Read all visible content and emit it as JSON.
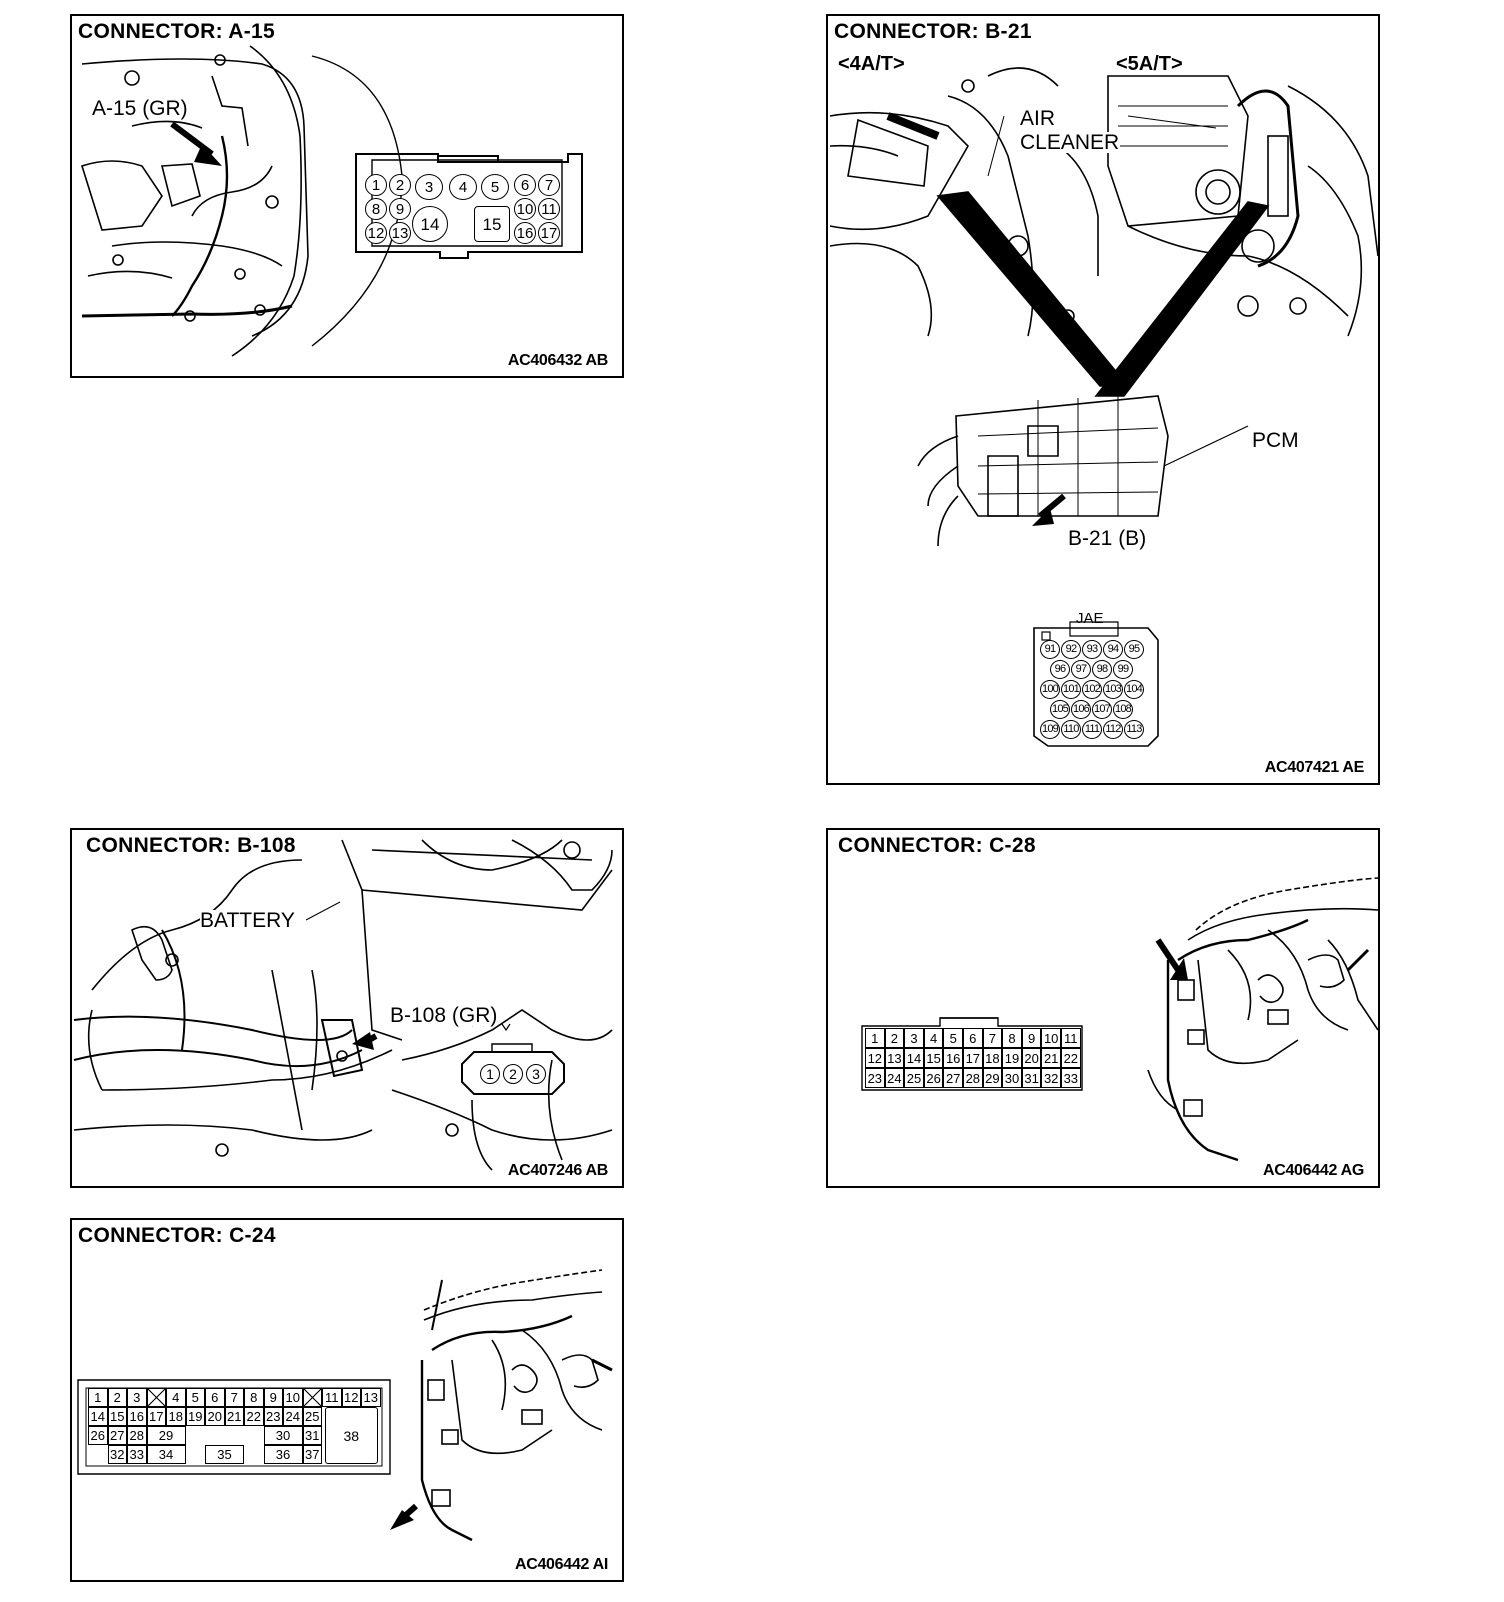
{
  "panels": {
    "a15": {
      "title": "CONNECTOR: A-15",
      "code": "AC406432 AB",
      "callout": "A-15 (GR)",
      "pins": [
        "1",
        "2",
        "3",
        "4",
        "5",
        "6",
        "7",
        "8",
        "9",
        "14",
        "15",
        "10",
        "11",
        "12",
        "13",
        "16",
        "17"
      ]
    },
    "b21": {
      "title": "CONNECTOR: B-21",
      "code": "AC407421 AE",
      "variant_left": "<4A/T>",
      "variant_right": "<5A/T>",
      "label_air": "AIR",
      "label_cleaner": "CLEANER",
      "label_pcm": "PCM",
      "callout": "B-21 (B)",
      "connector_tag": "JAE",
      "pins": [
        "91",
        "92",
        "93",
        "94",
        "95",
        "96",
        "97",
        "98",
        "99",
        "100",
        "101",
        "102",
        "103",
        "104",
        "105",
        "106",
        "107",
        "108",
        "109",
        "110",
        "111",
        "112",
        "113"
      ]
    },
    "b108": {
      "title": "CONNECTOR: B-108",
      "code": "AC407246 AB",
      "label_battery": "BATTERY",
      "callout": "B-108 (GR)",
      "pins": [
        "1",
        "2",
        "3"
      ]
    },
    "c28": {
      "title": "CONNECTOR: C-28",
      "code": "AC406442 AG",
      "pins": [
        "1",
        "2",
        "3",
        "4",
        "5",
        "6",
        "7",
        "8",
        "9",
        "10",
        "11",
        "12",
        "13",
        "14",
        "15",
        "16",
        "17",
        "18",
        "19",
        "20",
        "21",
        "22",
        "23",
        "24",
        "25",
        "26",
        "27",
        "28",
        "29",
        "30",
        "31",
        "32",
        "33"
      ]
    },
    "c24": {
      "title": "CONNECTOR: C-24",
      "code": "AC406442 AI",
      "pins": [
        "1",
        "2",
        "3",
        "4",
        "5",
        "6",
        "7",
        "8",
        "9",
        "10",
        "11",
        "12",
        "13",
        "14",
        "15",
        "16",
        "17",
        "18",
        "19",
        "20",
        "21",
        "22",
        "23",
        "24",
        "25",
        "26",
        "27",
        "28",
        "29",
        "30",
        "31",
        "38",
        "32",
        "33",
        "34",
        "35",
        "36",
        "37"
      ]
    }
  }
}
